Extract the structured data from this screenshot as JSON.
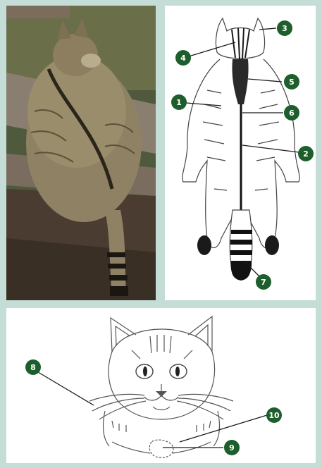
{
  "colors": {
    "background": "#c4ddd7",
    "panel": "#ffffff",
    "marker_fill": "#1d5e2c",
    "marker_text": "#ffffff",
    "line": "#1a1a1a"
  },
  "markers": {
    "m1": "1",
    "m2": "2",
    "m3": "3",
    "m4": "4",
    "m5": "5",
    "m6": "6",
    "m7": "7",
    "m8": "8",
    "m9": "9",
    "m10": "10"
  }
}
